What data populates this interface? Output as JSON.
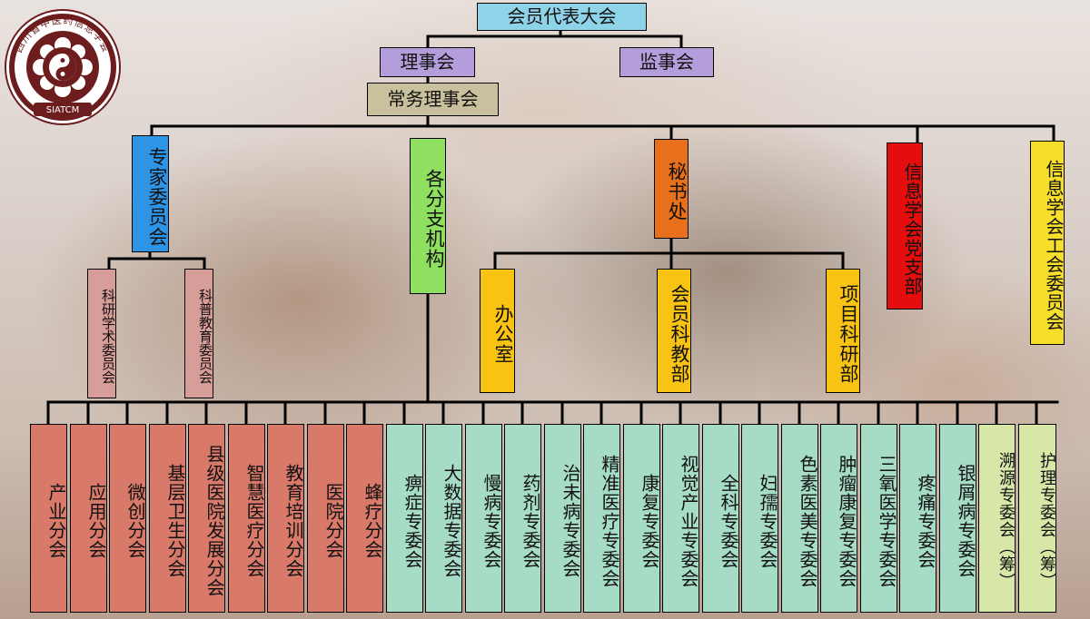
{
  "colors": {
    "line": "#000000",
    "logo_ring": "#6d1d1d"
  },
  "logo": {
    "text_top": "四川省中医药信息学会",
    "text_bottom": "SIATCM"
  },
  "top": {
    "assembly": "会员代表大会",
    "council": "理事会",
    "supervisors": "监事会",
    "standing": "常务理事会"
  },
  "level2": {
    "experts": "专家委员会",
    "branches": "各分支机构",
    "secretariat": "秘书处",
    "party": "信息学会党支部",
    "union": "信息学会工会委员会"
  },
  "experts_sub": {
    "research": "科研学术委员会",
    "popular": "科普教育委员会"
  },
  "secretariat_sub": {
    "office": "办公室",
    "member": "会员科教部",
    "project": "项目科研部"
  },
  "branches_list": [
    "产业分会",
    "应用分会",
    "微创分会",
    "基层卫生分会",
    "县级医院发展分会",
    "智慧医疗分会",
    "教育培训分会",
    "医院分会",
    "蜂疗分会",
    "痹症专委会",
    "大数据专委会",
    "慢病专委会",
    "药剂专委会",
    "治未病专委会",
    "精准医疗专委会",
    "康复专委会",
    "视觉产业专委会",
    "全科专委会",
    "妇孺专委会",
    "色素医美专委会",
    "肿瘤康复专委会",
    "三氧医学专委会",
    "疼痛专委会",
    "银屑病专委会",
    "溯源专委会（筹）",
    "护理专委会（筹）"
  ]
}
